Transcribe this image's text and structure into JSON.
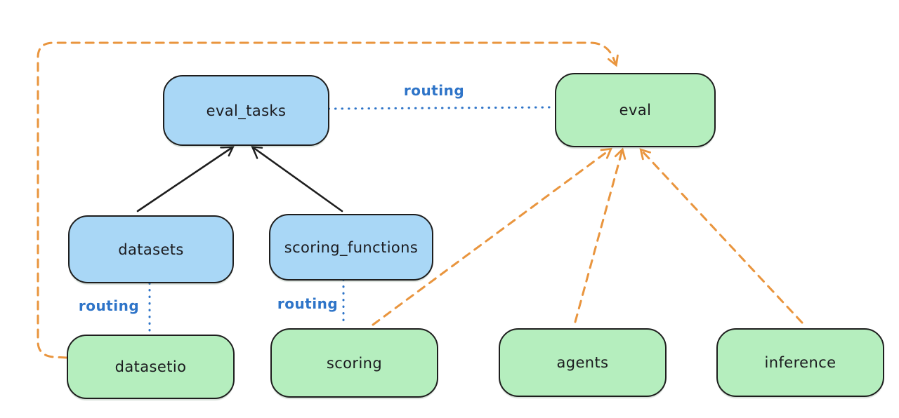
{
  "diagram": {
    "nodes": {
      "eval_tasks": {
        "label": "eval_tasks",
        "kind": "resource",
        "fill": "#a9d7f6"
      },
      "datasets": {
        "label": "datasets",
        "kind": "resource",
        "fill": "#a9d7f6"
      },
      "scoring_functions": {
        "label": "scoring_functions",
        "kind": "resource",
        "fill": "#a9d7f6"
      },
      "eval": {
        "label": "eval",
        "kind": "api",
        "fill": "#b5eebe"
      },
      "datasetio": {
        "label": "datasetio",
        "kind": "api",
        "fill": "#b5eebe"
      },
      "scoring": {
        "label": "scoring",
        "kind": "api",
        "fill": "#b5eebe"
      },
      "agents": {
        "label": "agents",
        "kind": "api",
        "fill": "#b5eebe"
      },
      "inference": {
        "label": "inference",
        "kind": "api",
        "fill": "#b5eebe"
      }
    },
    "edges": [
      {
        "from": "datasets",
        "to": "eval_tasks",
        "style": "solid-arrow",
        "color": "#1e1e1e",
        "label": ""
      },
      {
        "from": "scoring_functions",
        "to": "eval_tasks",
        "style": "solid-arrow",
        "color": "#1e1e1e",
        "label": ""
      },
      {
        "from": "eval_tasks",
        "to": "eval",
        "style": "dotted-line",
        "color": "#2e74c8",
        "label": "routing"
      },
      {
        "from": "datasets",
        "to": "datasetio",
        "style": "dotted-line",
        "color": "#2e74c8",
        "label": "routing"
      },
      {
        "from": "scoring_functions",
        "to": "scoring",
        "style": "dotted-line",
        "color": "#2e74c8",
        "label": "routing"
      },
      {
        "from": "datasetio",
        "to": "eval",
        "style": "dashed-arrow",
        "color": "#e9953e",
        "label": ""
      },
      {
        "from": "scoring",
        "to": "eval",
        "style": "dashed-arrow",
        "color": "#e9953e",
        "label": ""
      },
      {
        "from": "agents",
        "to": "eval",
        "style": "dashed-arrow",
        "color": "#e9953e",
        "label": ""
      },
      {
        "from": "inference",
        "to": "eval",
        "style": "dashed-arrow",
        "color": "#e9953e",
        "label": ""
      }
    ],
    "colors": {
      "background": "#ffffff",
      "node_stroke": "#1e1e1e",
      "resource_fill_blue": "#a9d7f6",
      "api_fill_green": "#b5eebe",
      "routing_blue": "#2e74c8",
      "dependency_orange": "#e9953e",
      "arrow_black": "#1e1e1e"
    }
  }
}
